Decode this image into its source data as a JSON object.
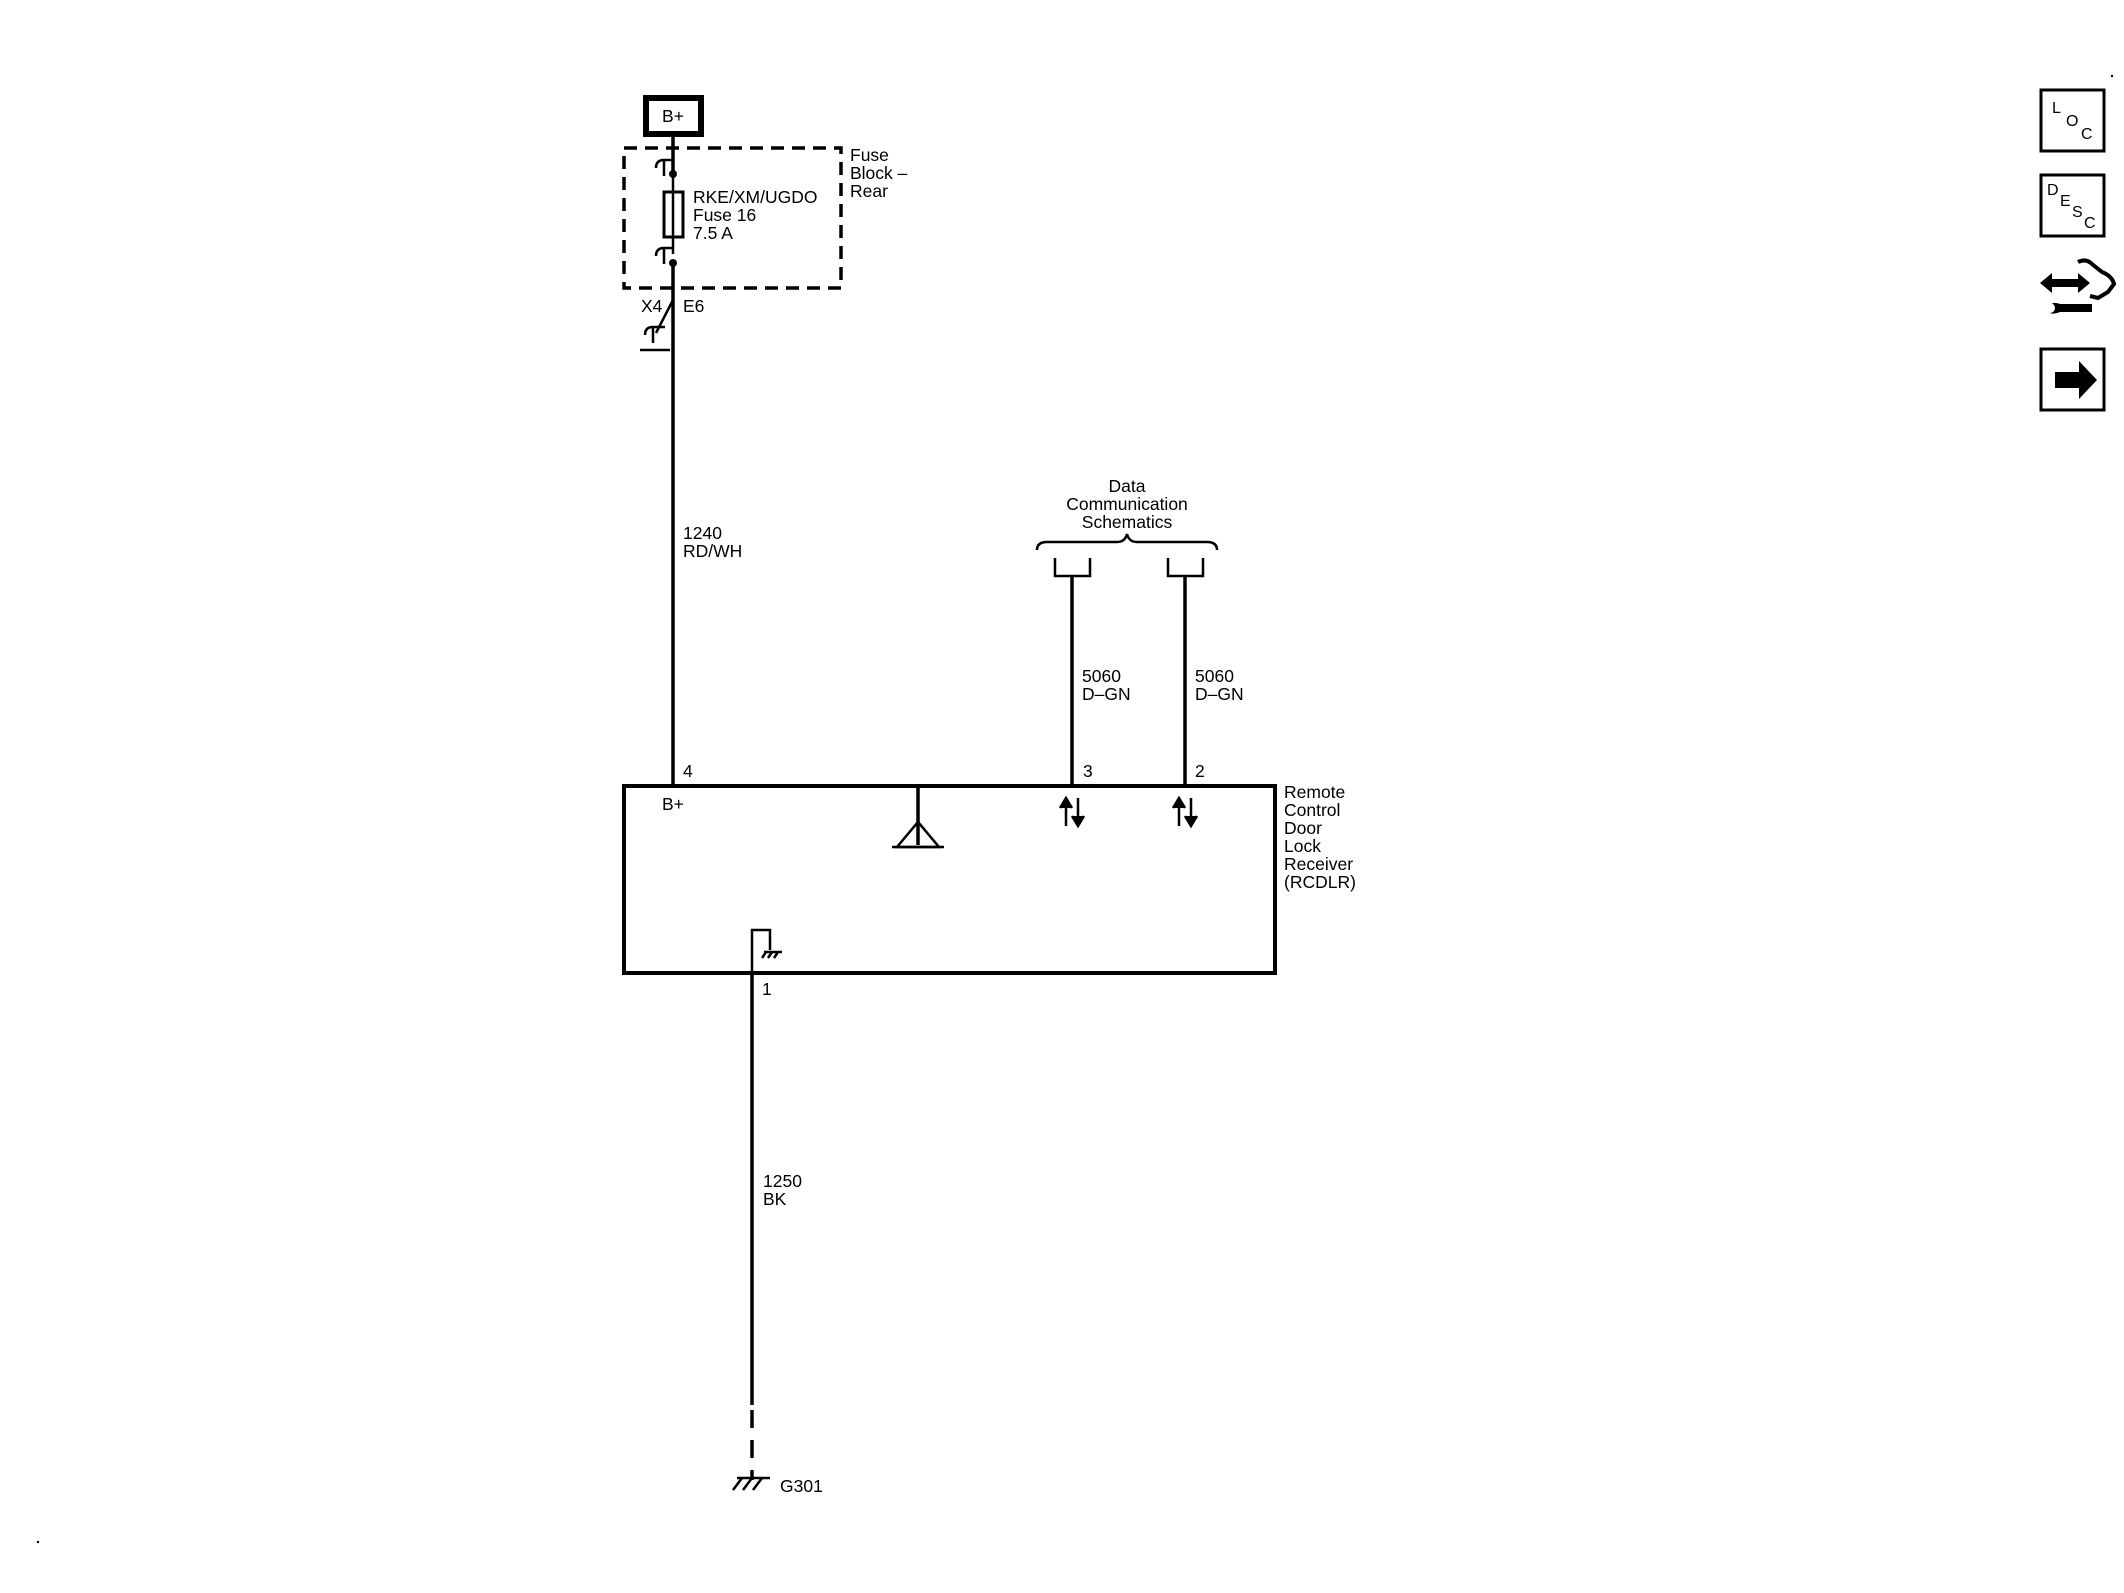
{
  "power_source": {
    "label": "B+"
  },
  "fuse_block": {
    "title_lines": [
      "Fuse",
      "Block –",
      "Rear"
    ],
    "fuse_lines": [
      "RKE/XM/UGDO",
      "Fuse 16",
      "7.5 A"
    ],
    "connector": "X4",
    "pin": "E6"
  },
  "wires": {
    "power": {
      "circuit": "1240",
      "color": "RD/WH"
    },
    "data_1": {
      "circuit": "5060",
      "color": "D–GN"
    },
    "data_2": {
      "circuit": "5060",
      "color": "D–GN"
    },
    "ground": {
      "circuit": "1250",
      "color": "BK"
    }
  },
  "data_comm": {
    "lines": [
      "Data",
      "Communication",
      "Schematics"
    ]
  },
  "module": {
    "name_lines": [
      "Remote",
      "Control",
      "Door",
      "Lock",
      "Receiver",
      "(RCDLR)"
    ],
    "power_pin_label": "B+",
    "pins": {
      "power": "4",
      "data_1": "3",
      "data_2": "2",
      "ground": "1"
    }
  },
  "ground_point": {
    "label": "G301"
  },
  "nav_buttons": [
    {
      "name": "loc-button",
      "icon": "loc-icon",
      "letters": [
        "L",
        "O",
        "C"
      ]
    },
    {
      "name": "desc-button",
      "icon": "desc-icon",
      "letters": [
        "D",
        "E",
        "S",
        "C"
      ]
    },
    {
      "name": "connector-view-button",
      "icon": "connector-wrench-icon"
    },
    {
      "name": "next-button",
      "icon": "right-arrow-icon"
    }
  ]
}
